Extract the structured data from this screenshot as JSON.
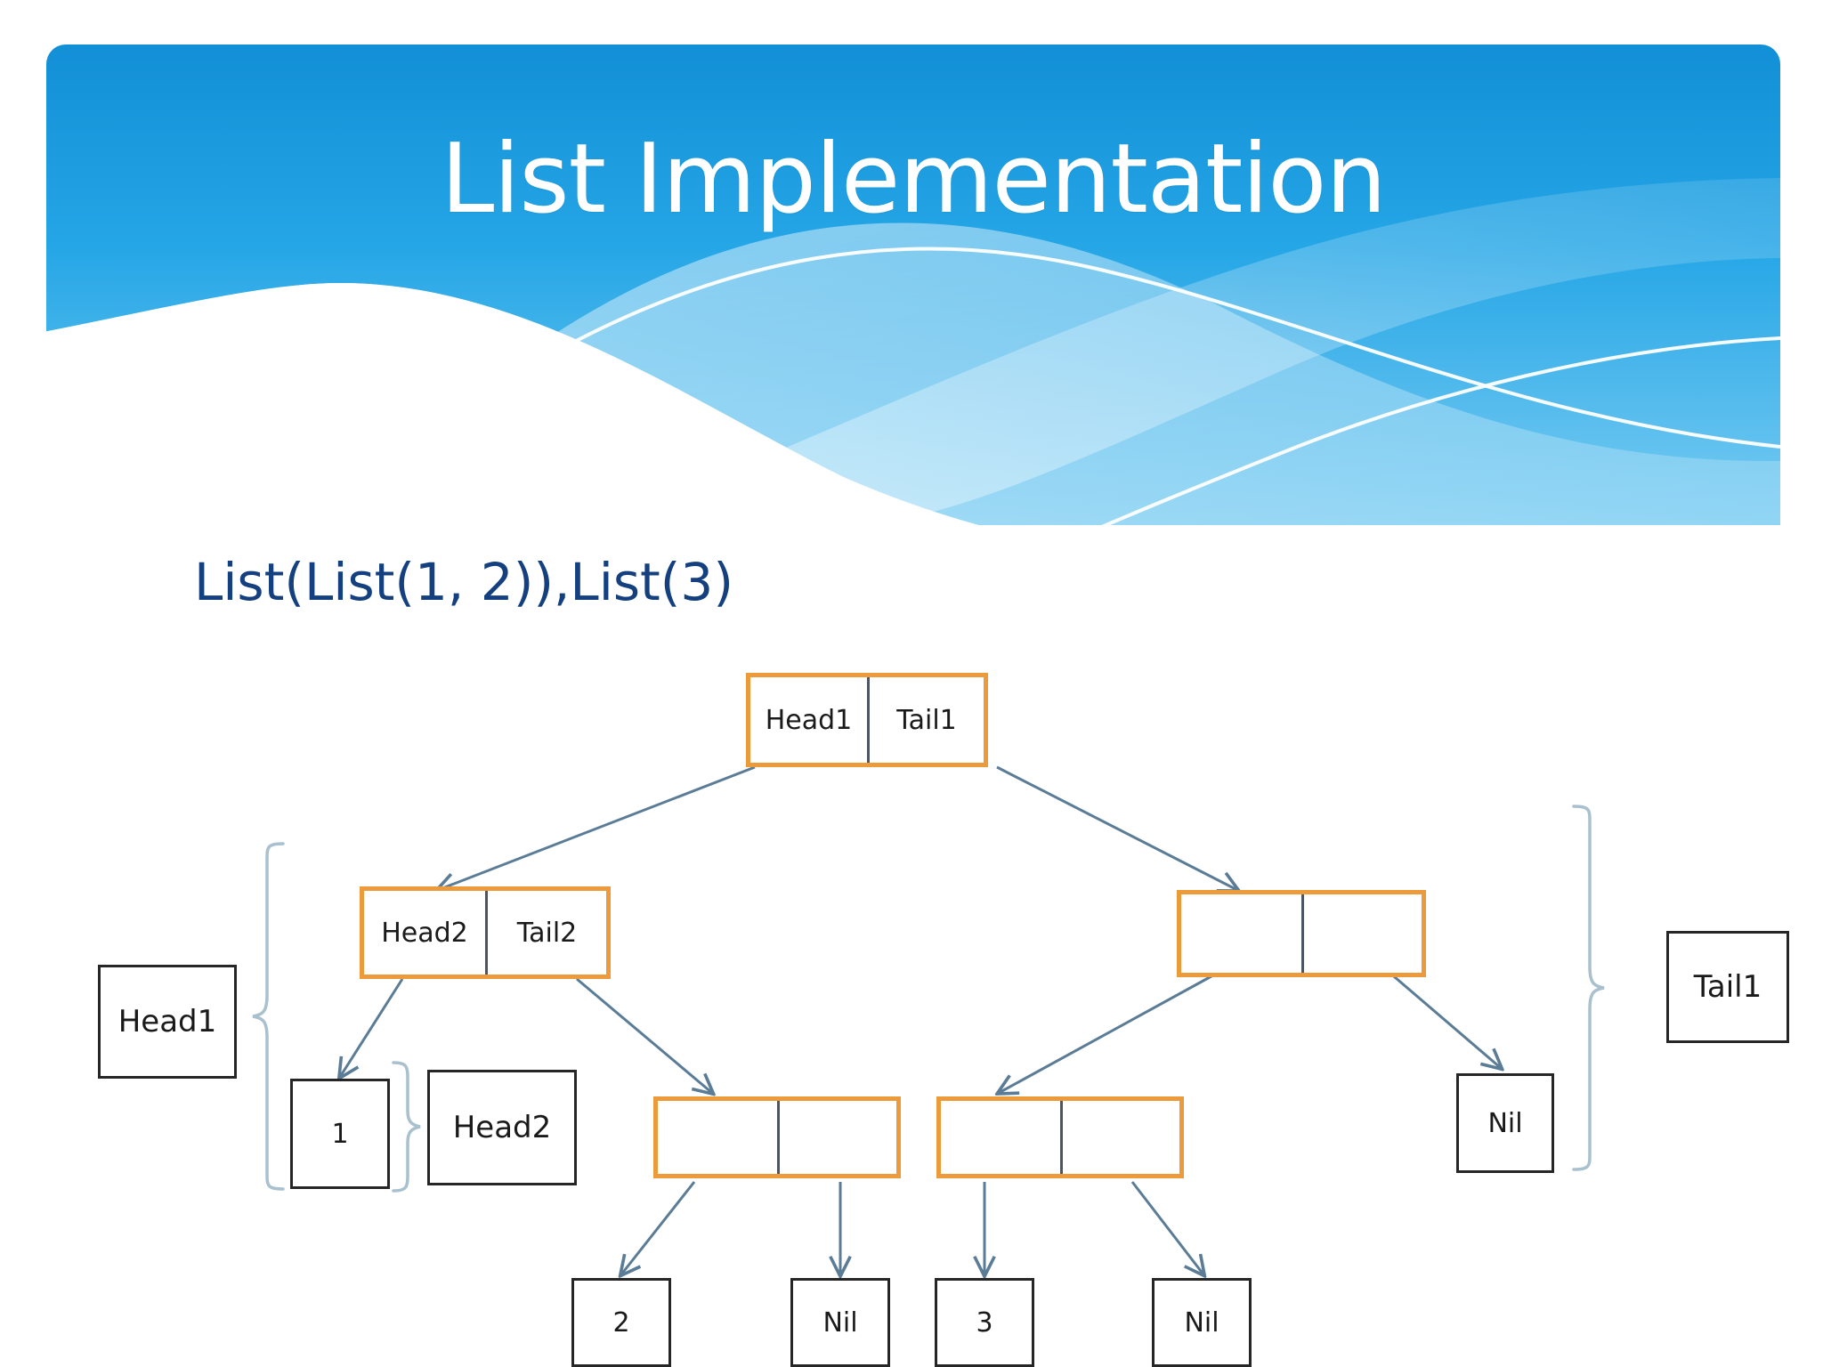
{
  "slide": {
    "title": "List Implementation",
    "subtitle": "List(List(1, 2)),List(3)",
    "theme_accent": "#29ABE2",
    "title_color": "#FFFFFF",
    "subtitle_color": "#14407F",
    "cons_cell_border_color": "#ED9A3B",
    "leaf_border_color": "#262626",
    "arrow_color": "#5B7C96",
    "brace_color": "#9FB6C4"
  },
  "diagram": {
    "type": "linked-list-cons-tree",
    "nodes": [
      {
        "id": "root",
        "kind": "cons-cell",
        "head": "Head1",
        "tail": "Tail1"
      },
      {
        "id": "left-child",
        "kind": "cons-cell",
        "head": "Head2",
        "tail": "Tail2"
      },
      {
        "id": "right-child",
        "kind": "cons-cell",
        "head": "",
        "tail": ""
      },
      {
        "id": "inner-a",
        "kind": "cons-cell",
        "head": "",
        "tail": ""
      },
      {
        "id": "inner-b",
        "kind": "cons-cell",
        "head": "",
        "tail": ""
      }
    ],
    "leaves": [
      {
        "id": "leaf-1",
        "value": "1"
      },
      {
        "id": "leaf-2",
        "value": "2"
      },
      {
        "id": "leaf-nil-1",
        "value": "Nil"
      },
      {
        "id": "leaf-3",
        "value": "3"
      },
      {
        "id": "leaf-nil-2",
        "value": "Nil"
      },
      {
        "id": "leaf-nil-top",
        "value": "Nil"
      }
    ],
    "annotations": [
      {
        "id": "ann-head1",
        "label": "Head1",
        "brace": "right-pointing"
      },
      {
        "id": "ann-head2",
        "label": "Head2",
        "brace": "right-pointing"
      },
      {
        "id": "ann-tail1",
        "label": "Tail1",
        "brace": "left-pointing"
      }
    ],
    "edges": [
      {
        "from": "root",
        "port": "head",
        "to": "left-child"
      },
      {
        "from": "root",
        "port": "tail",
        "to": "right-child"
      },
      {
        "from": "left-child",
        "port": "head",
        "to": "leaf-1"
      },
      {
        "from": "left-child",
        "port": "tail",
        "to": "inner-a"
      },
      {
        "from": "right-child",
        "port": "head",
        "to": "inner-b"
      },
      {
        "from": "right-child",
        "port": "tail",
        "to": "leaf-nil-top"
      },
      {
        "from": "inner-a",
        "port": "head",
        "to": "leaf-2"
      },
      {
        "from": "inner-a",
        "port": "tail",
        "to": "leaf-nil-1"
      },
      {
        "from": "inner-b",
        "port": "head",
        "to": "leaf-3"
      },
      {
        "from": "inner-b",
        "port": "tail",
        "to": "leaf-nil-2"
      }
    ]
  }
}
